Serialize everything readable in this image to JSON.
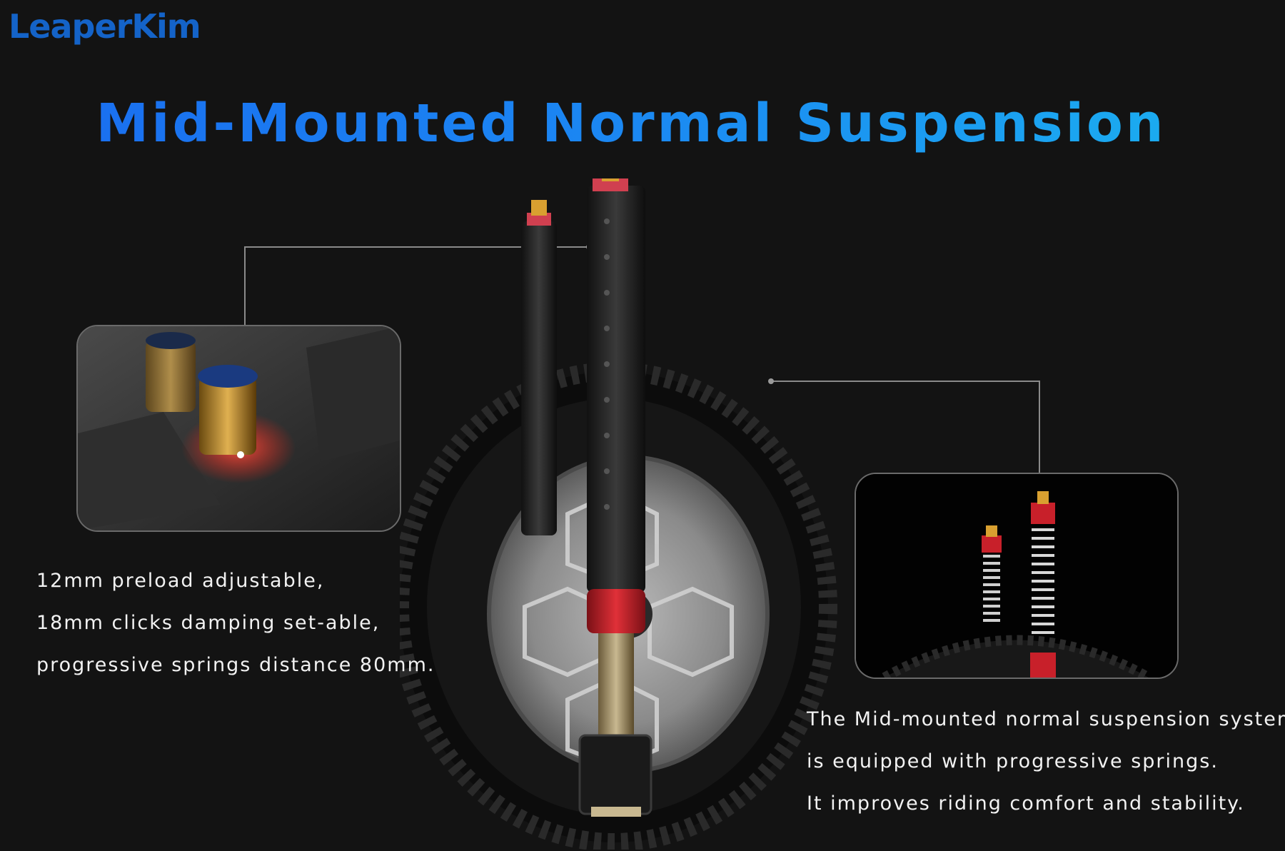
{
  "brand": {
    "logo_text": "LeaperKim"
  },
  "title": "Mid-Mounted Normal Suspension",
  "left_feature": {
    "lines": [
      "12mm preload adjustable,",
      "18mm clicks damping set-able,",
      "progressive springs distance 80mm."
    ]
  },
  "right_feature": {
    "lines": [
      "The Mid-mounted normal suspension system",
      "is equipped with progressive springs.",
      "It improves riding comfort and stability."
    ]
  },
  "colors": {
    "background": "#131313",
    "accent_blue": "#1b88f2",
    "suspension_red": "#c8202a",
    "brass": "#d9a030"
  }
}
